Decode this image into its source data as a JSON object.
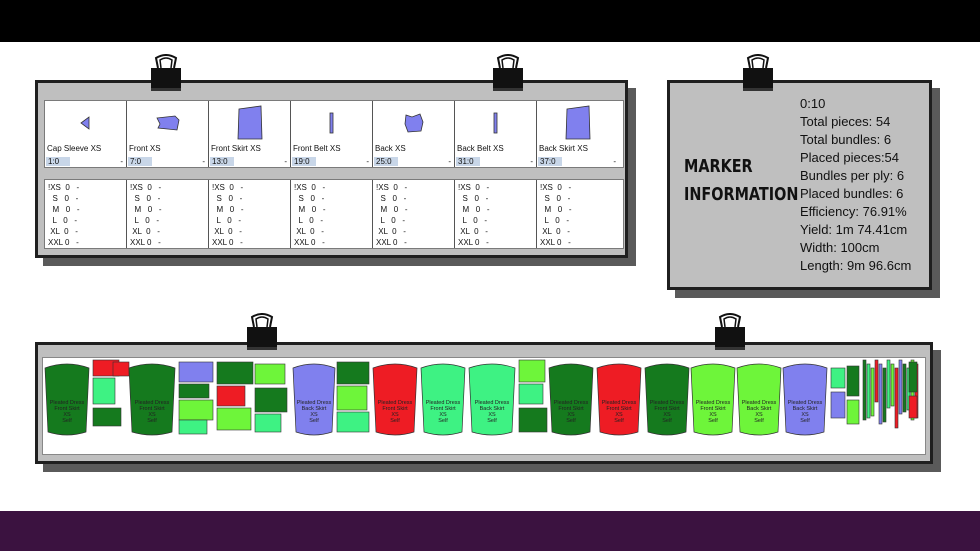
{
  "colors": {
    "dark_green": "#157a1e",
    "red": "#ee1c24",
    "mint": "#3ef283",
    "light_green": "#6ef53a",
    "lavender": "#8080ee",
    "panel_gray": "#bfbfbf",
    "footer": "#3b1240"
  },
  "pieces": [
    {
      "name": "Cap Sleeve XS",
      "count": "1:0",
      "shape": "cap-sleeve"
    },
    {
      "name": "Front XS",
      "count": "7:0",
      "shape": "front"
    },
    {
      "name": "Front Skirt XS",
      "count": "13:0",
      "shape": "skirt"
    },
    {
      "name": "Front Belt XS",
      "count": "19:0",
      "shape": "belt"
    },
    {
      "name": "Back XS",
      "count": "25:0",
      "shape": "back"
    },
    {
      "name": "Back Belt XS",
      "count": "31:0",
      "shape": "belt"
    },
    {
      "name": "Back Skirt XS",
      "count": "37:0",
      "shape": "skirt"
    }
  ],
  "piece_dash": "-",
  "size_lines": [
    "!XS  0   -",
    "  S   0   -",
    "  M   0   -",
    "  L   0   -",
    " XL  0   -",
    "XXL 0   -"
  ],
  "info": {
    "title_line1": "MARKER",
    "title_line2": "INFORMATION",
    "lines": [
      "0:10",
      "Total pieces: 54",
      "Total bundles: 6",
      "Placed pieces:54",
      "Bundles per ply: 6",
      "Placed bundles: 6",
      "Efficiency: 76.91%",
      "Yield: 1m 74.41cm",
      "Width: 100cm",
      "Length: 9m 96.6cm"
    ]
  },
  "marker": {
    "piece_label": [
      "Pleated Dress",
      "Front Skirt",
      "XS",
      "Self"
    ],
    "back_label": [
      "Pleated Dress",
      "Back Skirt",
      "XS",
      "Self"
    ],
    "big_pieces": [
      {
        "color": "dark_green",
        "label": "front"
      },
      {
        "color": "dark_green",
        "label": "front"
      },
      {
        "color": "lavender",
        "label": "back"
      },
      {
        "color": "red",
        "label": "front"
      },
      {
        "color": "mint",
        "label": "front"
      },
      {
        "color": "mint",
        "label": "back"
      },
      {
        "color": "dark_green",
        "label": "front"
      },
      {
        "color": "red",
        "label": "front"
      },
      {
        "color": "dark_green",
        "label": "front"
      },
      {
        "color": "light_green",
        "label": "front"
      },
      {
        "color": "light_green",
        "label": "back"
      },
      {
        "color": "lavender",
        "label": "back"
      }
    ]
  }
}
